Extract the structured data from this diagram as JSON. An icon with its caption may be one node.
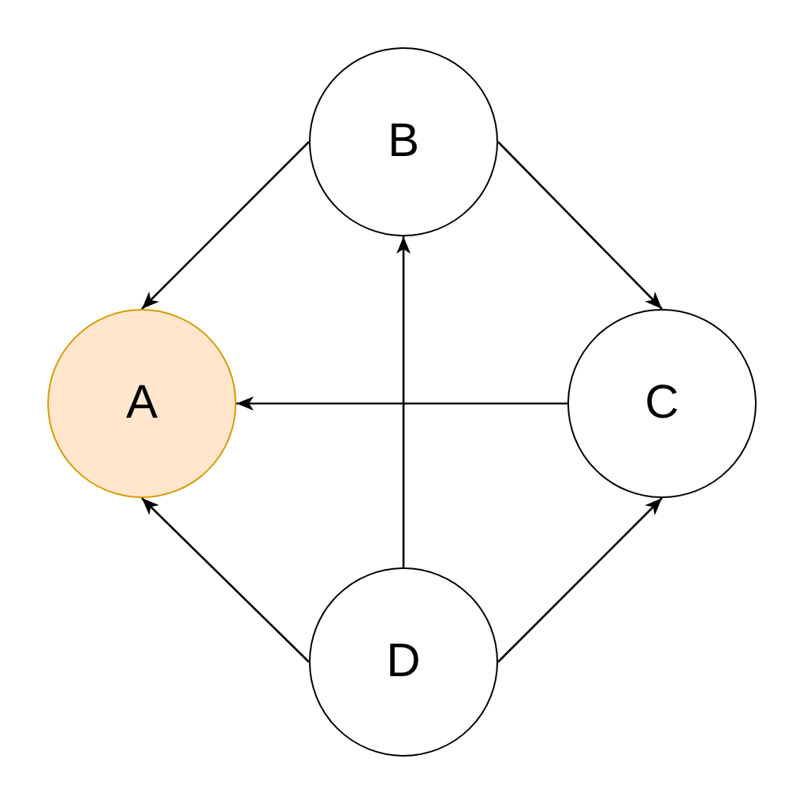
{
  "diagram": {
    "nodes": [
      {
        "text": [
          "B"
        ]
      },
      {
        "text": [
          "A"
        ]
      },
      {
        "text": [
          "C"
        ]
      },
      {
        "text": [
          "D"
        ]
      }
    ],
    "edges": [
      {
        "from": 0,
        "to": 1,
        "arrow": "to"
      },
      {
        "from": 0,
        "to": 2,
        "arrow": "to"
      },
      {
        "from": 2,
        "to": 1,
        "arrow": "to"
      },
      {
        "from": 3,
        "to": 0,
        "arrow": "to"
      },
      {
        "from": 3,
        "to": 1,
        "arrow": "to"
      },
      {
        "from": 3,
        "to": 2,
        "arrow": "to"
      }
    ]
  }
}
